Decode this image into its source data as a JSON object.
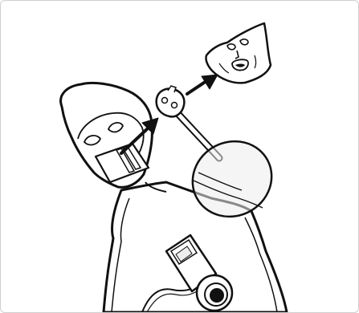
{
  "figure": {
    "kind": "instructional-line-illustration",
    "parts": [
      "manikin-head",
      "jaw-insert",
      "face-mask",
      "airway-piece",
      "lung-bag",
      "torso",
      "control-module"
    ],
    "colors": {
      "line": "#111111",
      "fill": "#ffffff",
      "lens_fill": "#ececec",
      "frame_border": "#cfcfcf"
    }
  }
}
